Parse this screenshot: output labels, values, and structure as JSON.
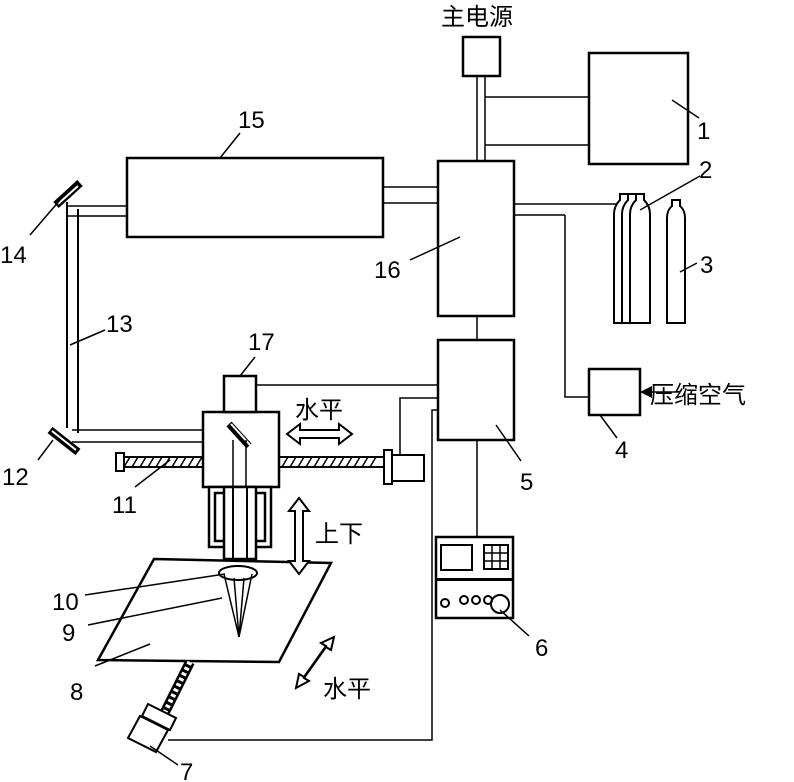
{
  "labels": {
    "main_power": "主电源",
    "compressed_air": "压缩空气",
    "horizontal_top": "水平",
    "vertical": "上下",
    "horizontal_bottom": "水平"
  },
  "callouts": [
    "1",
    "2",
    "3",
    "4",
    "5",
    "6",
    "7",
    "8",
    "9",
    "10",
    "11",
    "12",
    "13",
    "14",
    "15",
    "16",
    "17"
  ]
}
